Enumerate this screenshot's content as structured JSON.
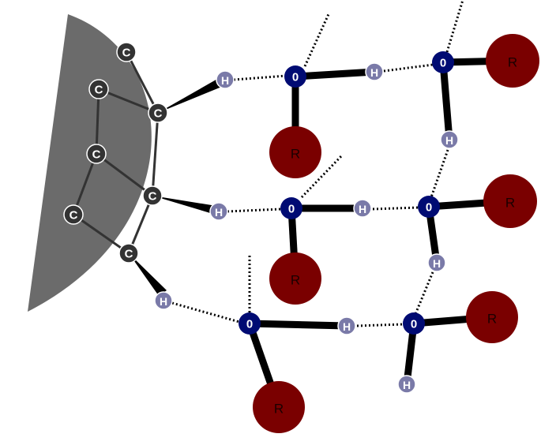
{
  "labels": {
    "carbon": "C",
    "hydrogen": "H",
    "oxygen": "0",
    "rgroup": "R"
  },
  "colors": {
    "surface": "#6b6b6b",
    "surface_edge": "#555555",
    "carbon": "#333333",
    "hydrogen": "#7a7aa8",
    "oxygen": "#000b73",
    "rgroup": "#7a0000",
    "bond": "#000000"
  }
}
